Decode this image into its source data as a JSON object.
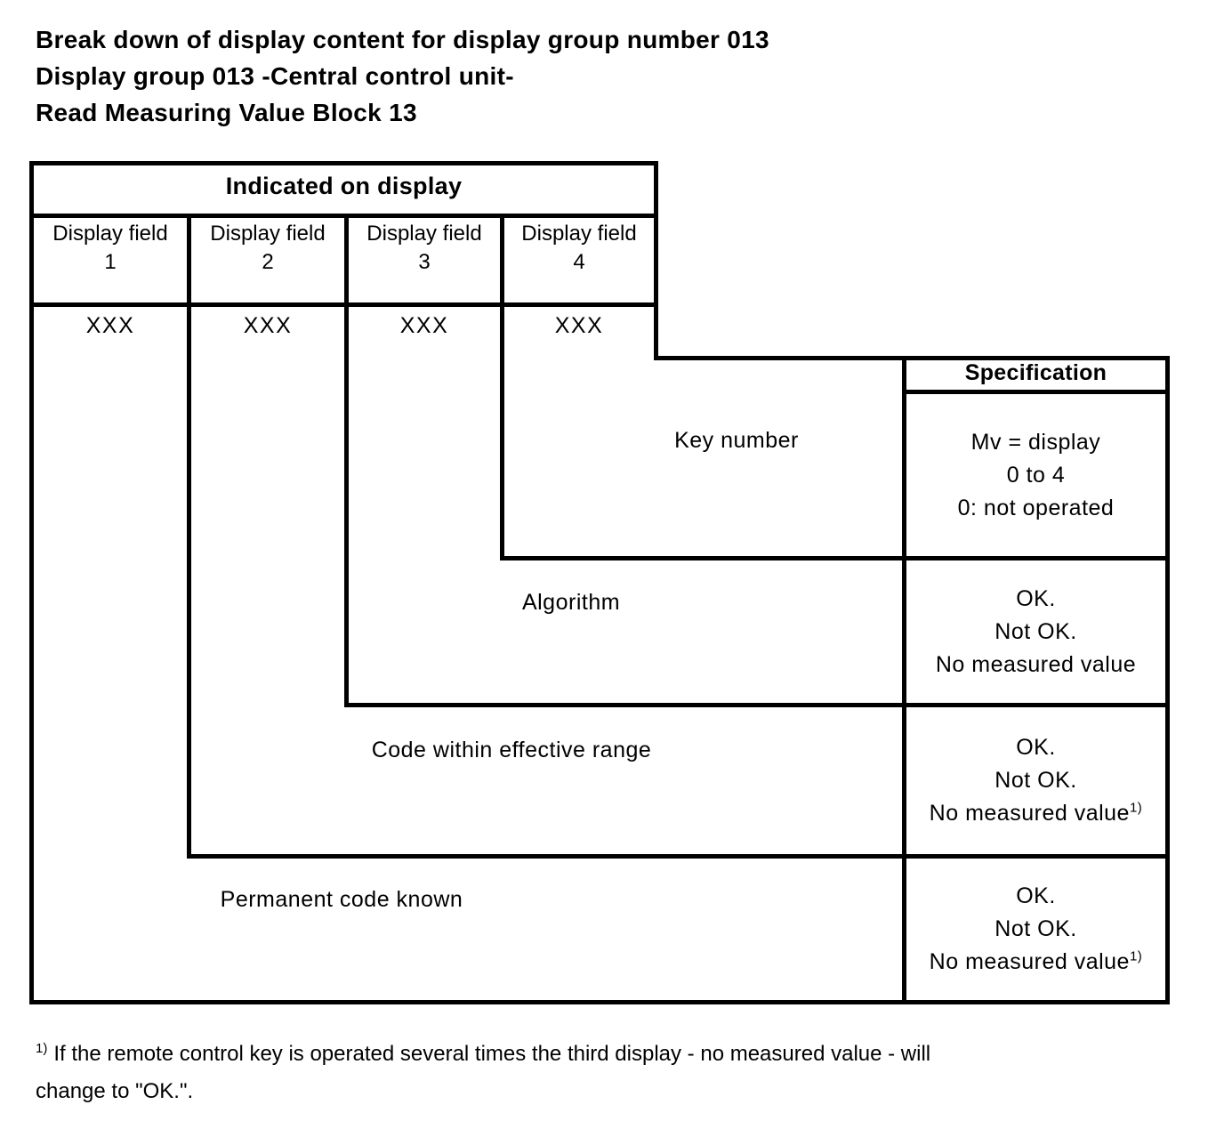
{
  "title": {
    "lines": [
      "Break down of display content for display group number 013",
      "Display group 013 -Central control unit-",
      "Read Measuring Value Block 13"
    ]
  },
  "table": {
    "indicated_header": "Indicated on display",
    "spec_header": "Specification",
    "display_fields": [
      {
        "label": "Display field",
        "number": "1",
        "value": "XXX"
      },
      {
        "label": "Display field",
        "number": "2",
        "value": "XXX"
      },
      {
        "label": "Display field",
        "number": "3",
        "value": "XXX"
      },
      {
        "label": "Display field",
        "number": "4",
        "value": "XXX"
      }
    ],
    "rows": [
      {
        "label": "Key number",
        "spec_lines": [
          "Mv = display",
          "0 to 4",
          "0: not operated"
        ],
        "footnote": ""
      },
      {
        "label": "Algorithm",
        "spec_lines": [
          "OK.",
          "Not OK.",
          "No measured value"
        ],
        "footnote": ""
      },
      {
        "label": "Code within effective range",
        "spec_lines": [
          "OK.",
          "Not OK.",
          "No measured value"
        ],
        "footnote": "1)"
      },
      {
        "label": "Permanent code known",
        "spec_lines": [
          "OK.",
          "Not OK.",
          "No measured value"
        ],
        "footnote": "1)"
      }
    ]
  },
  "footnote": {
    "marker": "1)",
    "lines": [
      "If the remote control key is operated several times the third display - no measured value - will",
      "change to \"OK.\"."
    ]
  },
  "colors": {
    "line": "#000000",
    "text": "#000000",
    "background": "#ffffff"
  }
}
